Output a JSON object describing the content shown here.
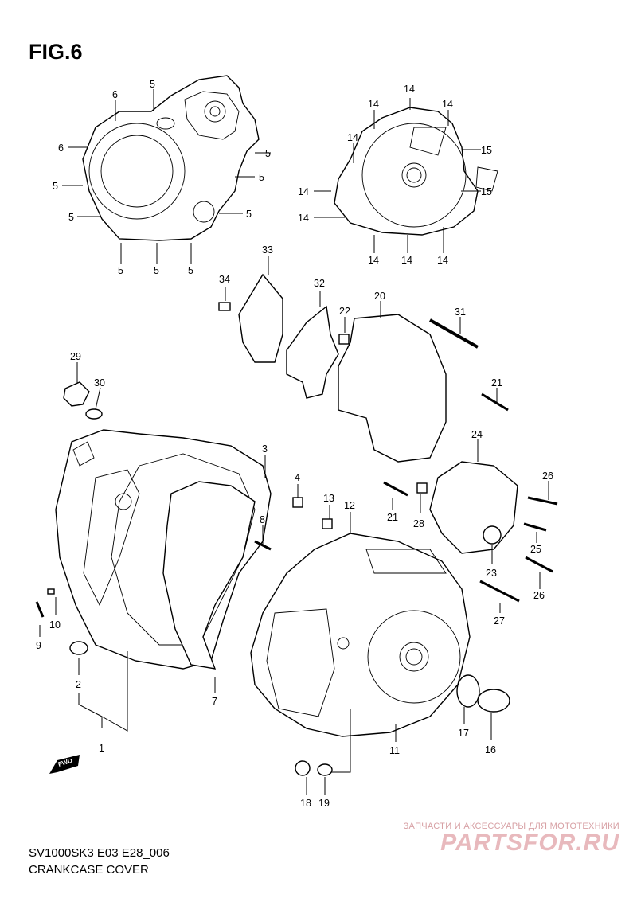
{
  "figure": {
    "title": "FIG.6"
  },
  "footer": {
    "code": "SV1000SK3 E03 E28_006",
    "subtitle": "CRANKCASE COVER"
  },
  "watermark": {
    "line1": "ЗАПЧАСТИ И АКСЕССУАРЫ ДЛЯ МОТОТЕХНИКИ",
    "line2": "PARTSFOR.RU"
  },
  "fwd_label": "FWD",
  "callouts": {
    "c1": "1",
    "c2": "2",
    "c3": "3",
    "c4": "4",
    "c5": "5",
    "c6": "6",
    "c7": "7",
    "c8": "8",
    "c9": "9",
    "c10": "10",
    "c11": "11",
    "c12": "12",
    "c13": "13",
    "c14": "14",
    "c15": "15",
    "c16": "16",
    "c17": "17",
    "c18": "18",
    "c19": "19",
    "c20": "20",
    "c21": "21",
    "c22": "22",
    "c23": "23",
    "c24": "24",
    "c25": "25",
    "c26": "26",
    "c27": "27",
    "c28": "28",
    "c29": "29",
    "c30": "30",
    "c31": "31",
    "c32": "32",
    "c33": "33",
    "c34": "34"
  }
}
